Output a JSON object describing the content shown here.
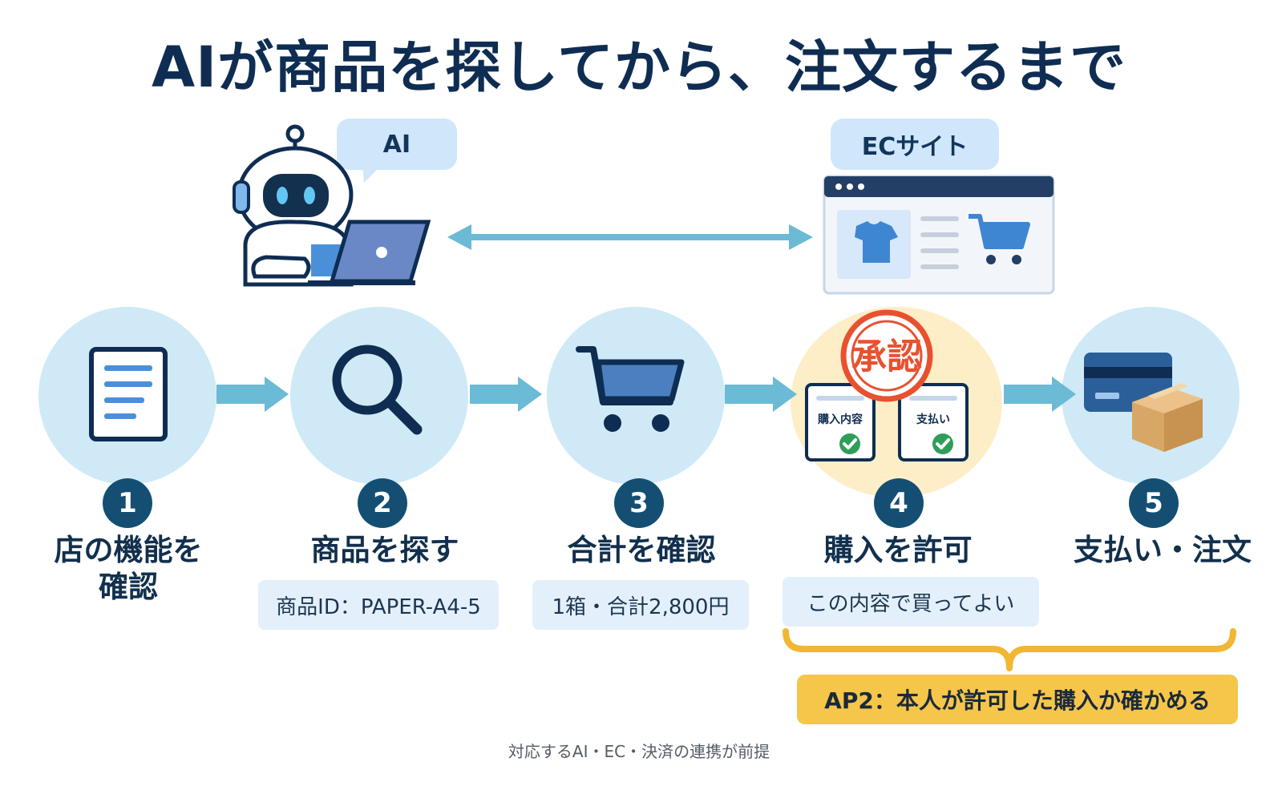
{
  "title": "AIが商品を探してから、注文するまで",
  "actors": {
    "ai_label": "AI",
    "ec_label": "ECサイト"
  },
  "steps": [
    {
      "number": "1",
      "label_line1": "店の機能を",
      "label_line2": "確認",
      "note": ""
    },
    {
      "number": "2",
      "label_line1": "商品を探す",
      "label_line2": "",
      "note": "商品ID：PAPER-A4-5"
    },
    {
      "number": "3",
      "label_line1": "合計を確認",
      "label_line2": "",
      "note": "1箱・合計2,800円"
    },
    {
      "number": "4",
      "label_line1": "購入を許可",
      "label_line2": "",
      "note": "この内容で買ってよい"
    },
    {
      "number": "5",
      "label_line1": "支払い・注文",
      "label_line2": "",
      "note": ""
    }
  ],
  "approval": {
    "stamp": "承認",
    "card_purchase": "購入内容",
    "card_payment": "支払い"
  },
  "ap2_note": "AP2：本人が許可した購入か確かめる",
  "footer": "対応するAI・EC・決済の連携が前提",
  "colors": {
    "navy": "#0f2d52",
    "step_circle": "#cfe9f7",
    "approval_circle": "#fdeec7",
    "arrow": "#6bbad6",
    "accent_yellow": "#f6c64a",
    "stamp_red": "#e8512f",
    "check_green": "#2f9e58"
  }
}
